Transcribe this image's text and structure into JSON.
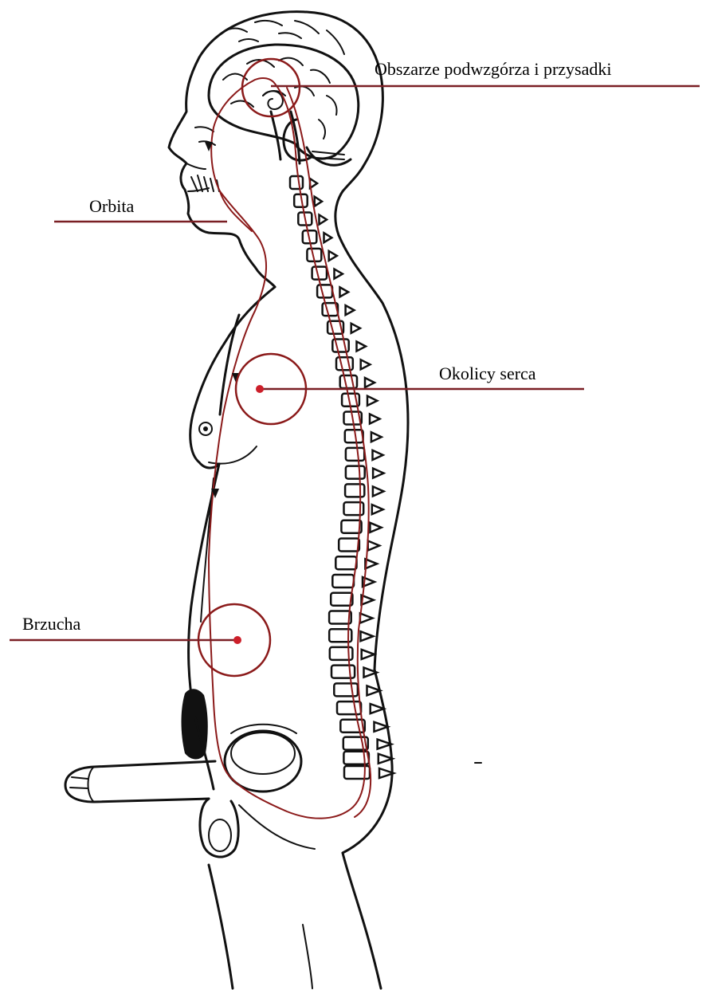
{
  "labels": {
    "hypothalamus": "Obszarze podwzgórza i przysadki",
    "orbit": "Orbita",
    "heart": "Okolicy serca",
    "abdomen": "Brzucha"
  },
  "colors": {
    "ink": "#111111",
    "meridian": "#8b1a1a",
    "leader": "#7a1f24",
    "dot": "#cc1f2a",
    "background": "#ffffff"
  }
}
